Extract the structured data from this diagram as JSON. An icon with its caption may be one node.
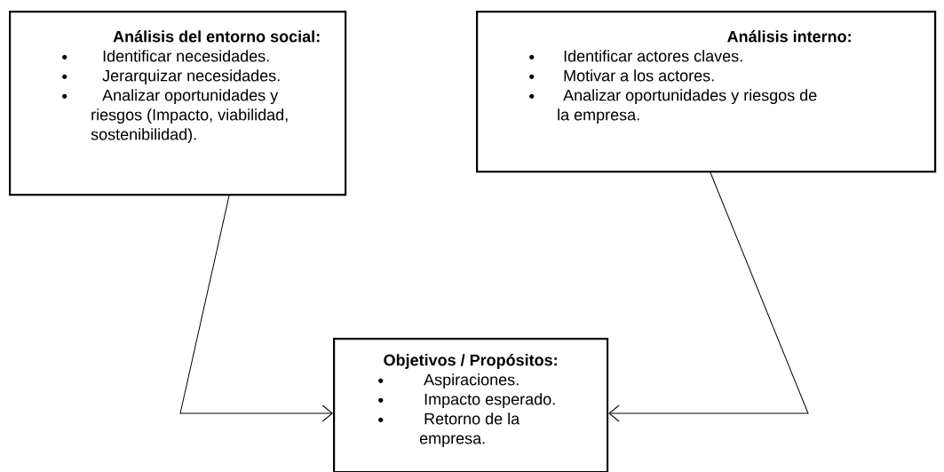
{
  "diagram": {
    "nodes": [
      {
        "text": [
          "Análisis del entorno social:",
          "Identificar necesidades.",
          "Jerarquizar necesidades.",
          "Analizar oportunidades y riesgos (Impacto, viabilidad, sostenibilidad)."
        ]
      },
      {
        "text": [
          "Análisis interno:",
          "Identificar actores claves.",
          "Motivar a los actores.",
          "Analizar oportunidades y riesgos de la empresa."
        ]
      },
      {
        "text": [
          "Objetivos / Propósitos:",
          "Aspiraciones.",
          "Impacto esperado.",
          "Retorno de la empresa."
        ]
      }
    ],
    "edges": [
      {
        "from": 0,
        "to": 2,
        "arrow": "to"
      },
      {
        "from": 1,
        "to": 2,
        "arrow": "to"
      }
    ]
  }
}
